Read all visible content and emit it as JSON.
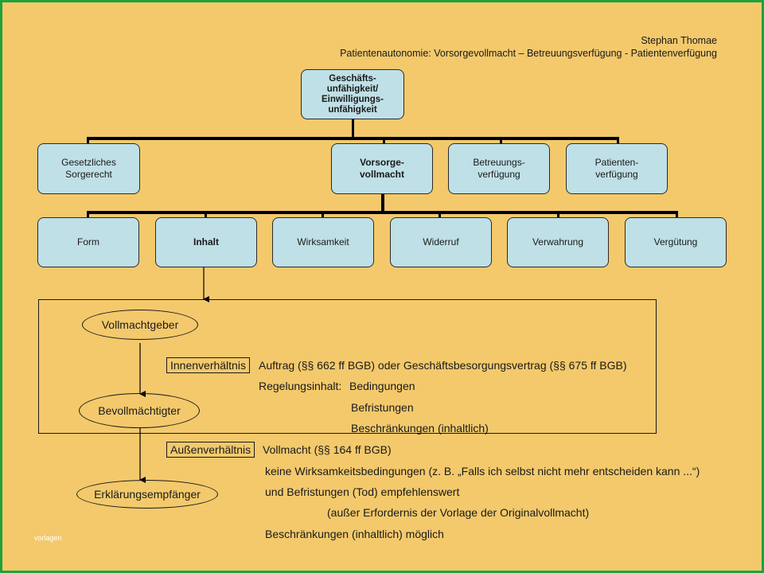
{
  "header": {
    "author": "Stephan Thomae",
    "subtitle": "Patientenautonomie: Vorsorgevollmacht – Betreuungsverfügung - Patientenverfügung"
  },
  "top_box": "Geschäfts-\nunfähigkeit/\nEinwilligungs-\nunfähigkeit",
  "level2": [
    "Gesetzliches\nSorgerecht",
    "Vorsorge-\nvollmacht",
    "Betreuungs-\nverfügung",
    "Patienten-\nverfügung"
  ],
  "level3": [
    "Form",
    "Inhalt",
    "Wirksamkeit",
    "Widerruf",
    "Verwahrung",
    "Vergütung"
  ],
  "parties": [
    "Vollmachtgeber",
    "Bevollmächtigter",
    "Erklärungsempfänger"
  ],
  "innen": {
    "label": "Innenverhältnis",
    "line1": "Auftrag (§§ 662 ff BGB) oder Geschäftsbesorgungsvertrag (§§ 675 ff BGB)",
    "regelung_label": "Regelungsinhalt:",
    "items": [
      "Bedingungen",
      "Befristungen",
      "Beschränkungen (inhaltlich)"
    ]
  },
  "aussen": {
    "label": "Außenverhältnis",
    "lines": [
      "Vollmacht (§§ 164 ff BGB)",
      "keine Wirksamkeitsbedingungen (z. B. „Falls ich selbst nicht mehr entscheiden kann ...“)",
      "und Befristungen (Tod) empfehlenswert",
      "(außer Erfordernis der Vorlage der Originalvollmacht)",
      "Beschränkungen (inhaltlich) möglich"
    ]
  },
  "watermark": "vorlagen",
  "colors": {
    "background": "#f3c96c",
    "box_fill": "#bfe0e6",
    "frame_border": "#1aa33a"
  }
}
